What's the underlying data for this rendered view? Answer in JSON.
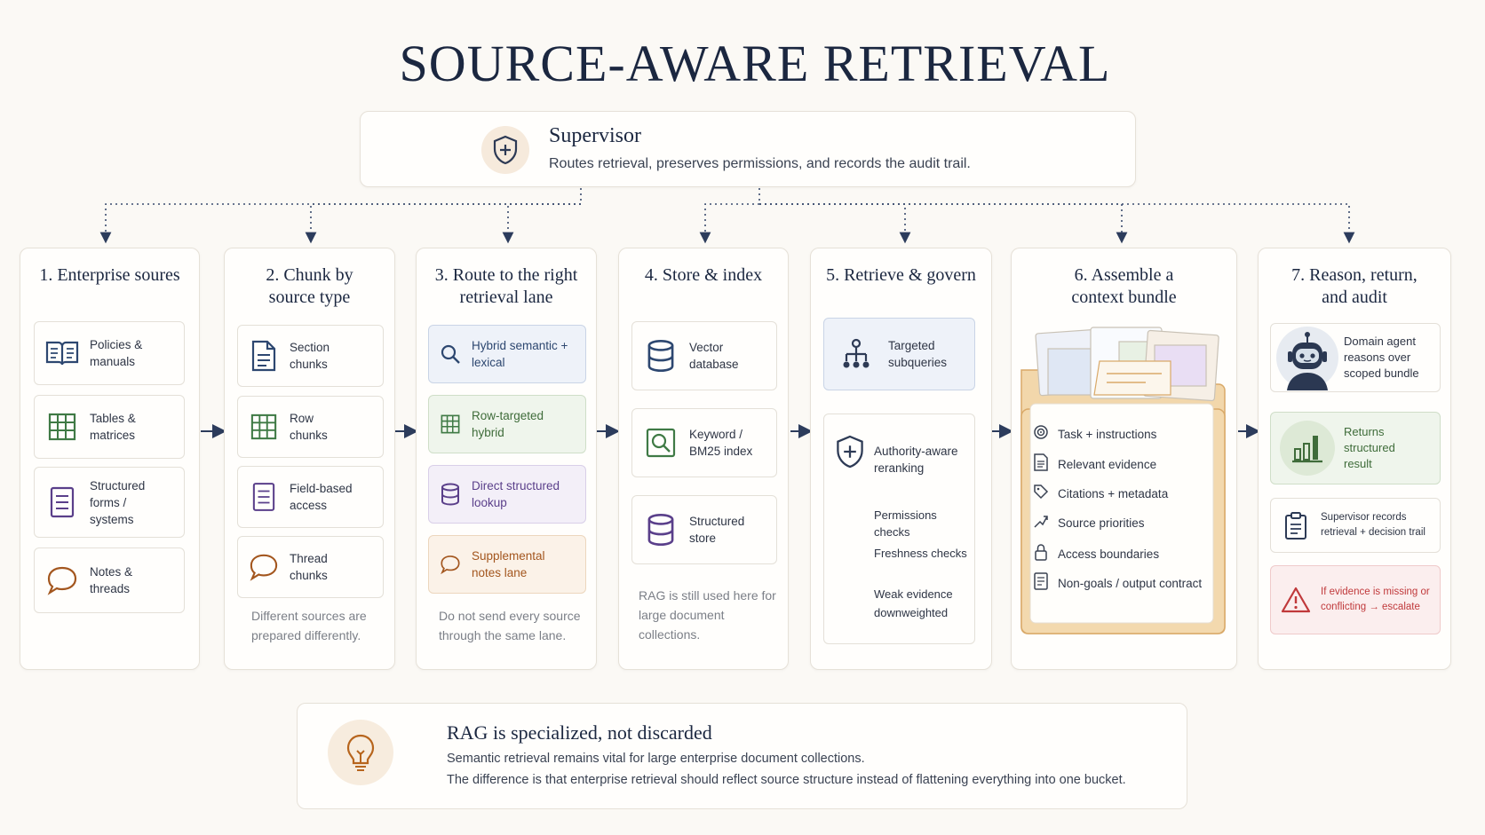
{
  "title": "SOURCE-AWARE RETRIEVAL",
  "supervisor": {
    "icon": "shield-icon",
    "title": "Supervisor",
    "description": "Routes retrieval, preserves permissions, and records the audit trail."
  },
  "columns": [
    {
      "title": "1. Enterprise soures",
      "items": [
        {
          "label": "Policies & manuals",
          "icon": "book-icon"
        },
        {
          "label": "Tables & matrices",
          "icon": "table-icon"
        },
        {
          "label": "Structured forms / systems",
          "icon": "form-icon"
        },
        {
          "label": "Notes & threads",
          "icon": "chat-bubble-icon"
        }
      ]
    },
    {
      "title": "2. Chunk by source type",
      "items": [
        {
          "label": "Section chunks",
          "icon": "document-icon"
        },
        {
          "label": "Row chunks",
          "icon": "table-icon"
        },
        {
          "label": "Field-based access",
          "icon": "form-icon"
        },
        {
          "label": "Thread chunks",
          "icon": "chat-bubble-icon"
        }
      ],
      "note": "Different sources are prepared differently."
    },
    {
      "title": "3. Route to the right retrieval lane",
      "items": [
        {
          "label": "Hybrid semantic + lexical",
          "icon": "search-icon"
        },
        {
          "label": "Row-targeted hybrid",
          "icon": "table-icon"
        },
        {
          "label": "Direct structured lookup",
          "icon": "database-icon"
        },
        {
          "label": "Supplemental notes lane",
          "icon": "chat-bubble-icon"
        }
      ],
      "note": "Do not send every source through the same lane."
    },
    {
      "title": "4. Store & index",
      "items": [
        {
          "label": "Vector database",
          "icon": "database-icon"
        },
        {
          "label": "Keyword / BM25 index",
          "icon": "magnifier-doc-icon"
        },
        {
          "label": "Structured store",
          "icon": "database-icon"
        }
      ],
      "note": "RAG is still used here for large document collections."
    },
    {
      "title": "5. Retrieve & govern",
      "subqueries": {
        "label": "Targeted subqueries",
        "icon": "hierarchy-icon"
      },
      "governance": {
        "icon": "shield-icon",
        "title": "Authority-aware reranking",
        "items": [
          "Permissions checks",
          "Freshness checks",
          "Weak evidence downweighted"
        ]
      }
    },
    {
      "title": "6. Assemble a context bundle",
      "items": [
        {
          "label": "Task + instructions",
          "icon": "target-icon"
        },
        {
          "label": "Relevant evidence",
          "icon": "document-icon"
        },
        {
          "label": "Citations + metadata",
          "icon": "tag-icon"
        },
        {
          "label": "Source priorities",
          "icon": "priority-icon"
        },
        {
          "label": "Access boundaries",
          "icon": "lock-icon"
        },
        {
          "label": "Non-goals / output contract",
          "icon": "contract-icon"
        }
      ]
    },
    {
      "title": "7. Reason, return, and audit",
      "items": [
        {
          "label": "Domain agent reasons over scoped bundle",
          "icon": "robot-icon"
        },
        {
          "label": "Returns structured result",
          "icon": "bar-chart-icon"
        },
        {
          "label": "Supervisor records retrieval + decision trail",
          "icon": "clipboard-icon"
        },
        {
          "label": "If evidence is missing or conflicting → escalate",
          "icon": "warning-icon"
        }
      ]
    }
  ],
  "rag": {
    "icon": "lightbulb-icon",
    "title": "RAG is specialized, not discarded",
    "line1": "Semantic retrieval remains vital for large enterprise document collections.",
    "line2": "The difference is that enterprise retrieval should reflect source structure instead of flattening everything into one bucket."
  },
  "colors": {
    "navy": "#1b2740",
    "blue": "#2d4770",
    "green": "#3f6c3a",
    "purple": "#5a3f8a",
    "orange": "#a3561e",
    "red": "#c0393b"
  }
}
